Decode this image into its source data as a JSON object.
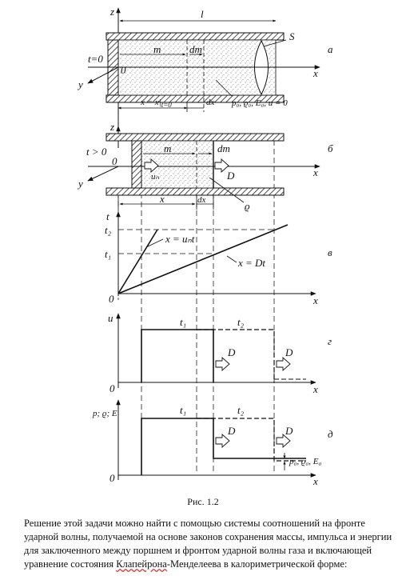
{
  "figure": {
    "panel_a": {
      "letter": "а",
      "labels": {
        "z": "z",
        "l": "l",
        "t": "t=0",
        "zero": "0",
        "y": "y",
        "x": "x",
        "m": "m",
        "dm": "dm",
        "S": "S",
        "x_eq": "x = x|",
        "x_sub": "t=0",
        "dx": "dx",
        "state": "p₀, ϱ₀, E₀, u = 0"
      }
    },
    "panel_b": {
      "letter": "б",
      "labels": {
        "z": "z",
        "t": "t > 0",
        "zero": "0",
        "y": "y",
        "x": "x",
        "m": "m",
        "dm": "dm",
        "un": "uₙ",
        "D": "D",
        "xlab": "x",
        "dx": "dx",
        "rho": "ϱ"
      }
    },
    "panel_v": {
      "letter": "в",
      "labels": {
        "t": "t",
        "t2": "t₂",
        "t1": "t₁",
        "zero": "0",
        "x": "x",
        "piston": "x = uₙt",
        "front": "x = Dt"
      }
    },
    "panel_g": {
      "letter": "г",
      "labels": {
        "u": "u",
        "t1": "t₁",
        "t2": "t₂",
        "D1": "D",
        "D2": "D",
        "zero": "0",
        "x": "x"
      }
    },
    "panel_d": {
      "letter": "д",
      "labels": {
        "y": "p; ϱ; E",
        "t1": "t₁",
        "t2": "t₂",
        "D1": "D",
        "D2": "D",
        "zero": "0",
        "x": "x",
        "state": "p₀, ϱ₀, E₀"
      }
    }
  },
  "caption": "Рис. 1.2",
  "paragraph": {
    "part1": "Решение этой задачи можно найти с помощью системы соотношений на фронте ударной волны, получаемой на основе законов сохранения массы, импульса и энергии для заключенного между поршнем и фронтом ударной волны газа и включающей уравнение состояния ",
    "underlined": "Клапейрона",
    "part2": "-Менделеева в калориметрической форме:"
  }
}
